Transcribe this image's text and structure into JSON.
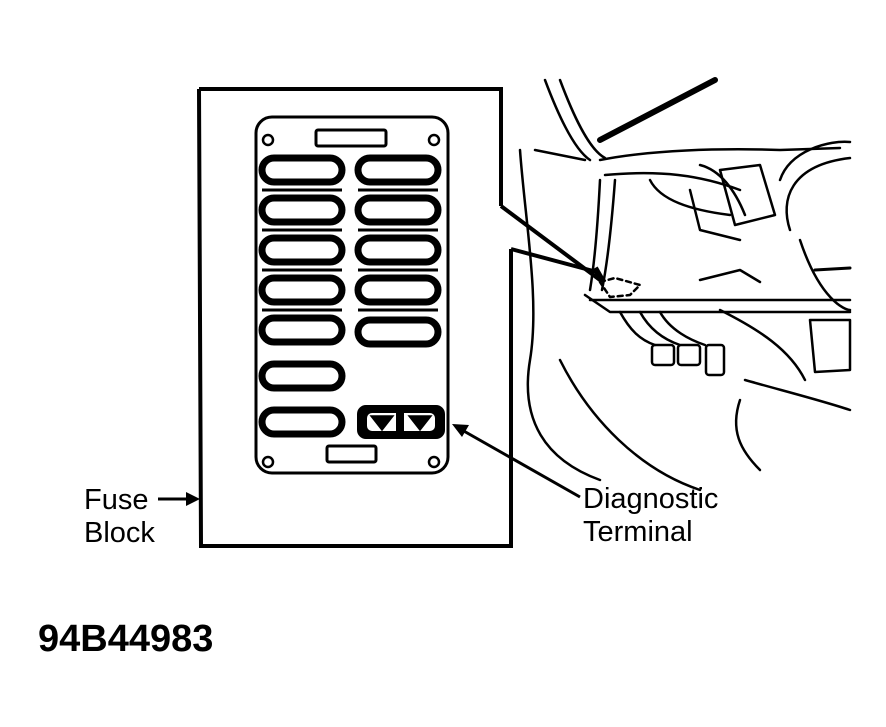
{
  "labels": {
    "fuse_block_line1": "Fuse",
    "fuse_block_line2": "Block",
    "diagnostic_line1": "Diagnostic",
    "diagnostic_line2": "Terminal"
  },
  "figure_id": "94B44983",
  "colors": {
    "ink": "#000000",
    "paper": "#ffffff"
  }
}
